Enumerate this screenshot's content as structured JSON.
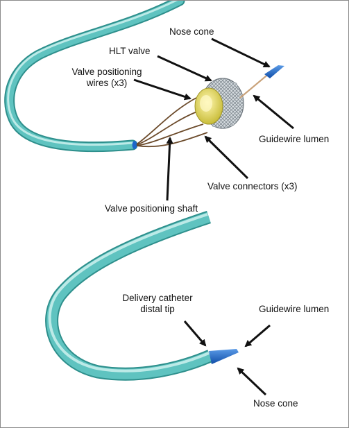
{
  "colors": {
    "catheter": "#5fc3c0",
    "catheter_highlight": "#c6eeeb",
    "catheter_edge": "#2e8f8c",
    "nose_cone": "#1b66c9",
    "valve_frame": "#9da6ad",
    "valve_inner": "#dcd35a",
    "wire": "#6b4a2a",
    "guidewire": "#c9a27a",
    "arrow": "#111111",
    "text": "#111111"
  },
  "top_panel": {
    "labels": {
      "nose_cone": "Nose cone",
      "hlt_valve": "HLT valve",
      "positioning_wires_line1": "Valve positioning",
      "positioning_wires_line2": "wires (x3)",
      "guidewire_lumen": "Guidewire lumen",
      "valve_connectors": "Valve connectors (x3)",
      "positioning_shaft": "Valve positioning shaft"
    }
  },
  "bottom_panel": {
    "labels": {
      "delivery_tip_line1": "Delivery catheter",
      "delivery_tip_line2": "distal tip",
      "guidewire_lumen": "Guidewire lumen",
      "nose_cone": "Nose cone"
    }
  }
}
